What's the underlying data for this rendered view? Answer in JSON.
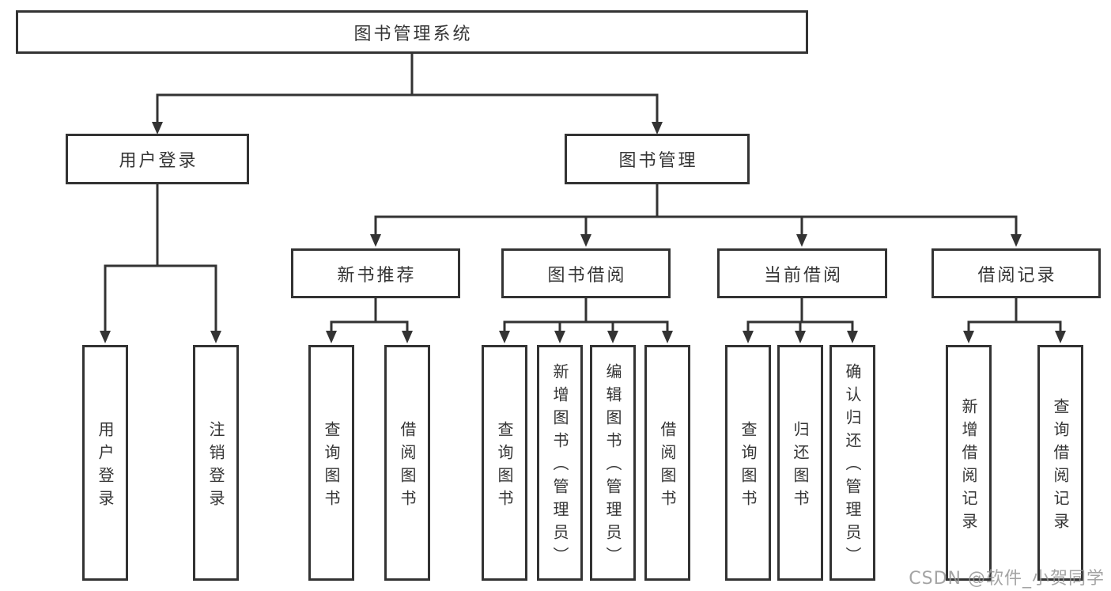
{
  "colors": {
    "line": "#333333",
    "box_border": "#333333",
    "text": "#353535",
    "watermark_gray": "#949494",
    "background": "#ffffff"
  },
  "watermark": "CSDN @软件_小贺同学",
  "tree": {
    "root": {
      "label": "图书管理系统"
    },
    "children": [
      {
        "label": "用户登录",
        "children": [
          {
            "label": "用户登录"
          },
          {
            "label": "注销登录"
          }
        ]
      },
      {
        "label": "图书管理",
        "children": [
          {
            "label": "新书推荐",
            "children": [
              {
                "label": "查询图书"
              },
              {
                "label": "借阅图书"
              }
            ]
          },
          {
            "label": "图书借阅",
            "children": [
              {
                "label": "查询图书"
              },
              {
                "label": "新增图书（管理员）"
              },
              {
                "label": "编辑图书（管理员）"
              },
              {
                "label": "借阅图书"
              }
            ]
          },
          {
            "label": "当前借阅",
            "children": [
              {
                "label": "查询图书"
              },
              {
                "label": "归还图书"
              },
              {
                "label": "确认归还（管理员）"
              }
            ]
          },
          {
            "label": "借阅记录",
            "children": [
              {
                "label": "新增借阅记录"
              },
              {
                "label": "查询借阅记录"
              }
            ]
          }
        ]
      }
    ]
  }
}
